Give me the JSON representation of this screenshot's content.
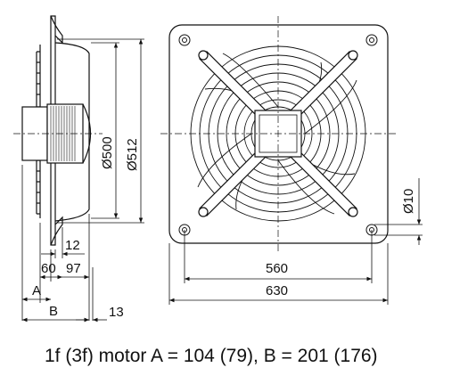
{
  "dimensions": {
    "d500": "Ø500",
    "d512": "Ø512",
    "d12": "12",
    "d60": "60",
    "d97": "97",
    "dA": "A",
    "dB": "B",
    "d13": "13",
    "d560": "560",
    "d630": "630",
    "d10": "Ø10"
  },
  "caption": "1f (3f) motor A = 104 (79), B = 201 (176)"
}
